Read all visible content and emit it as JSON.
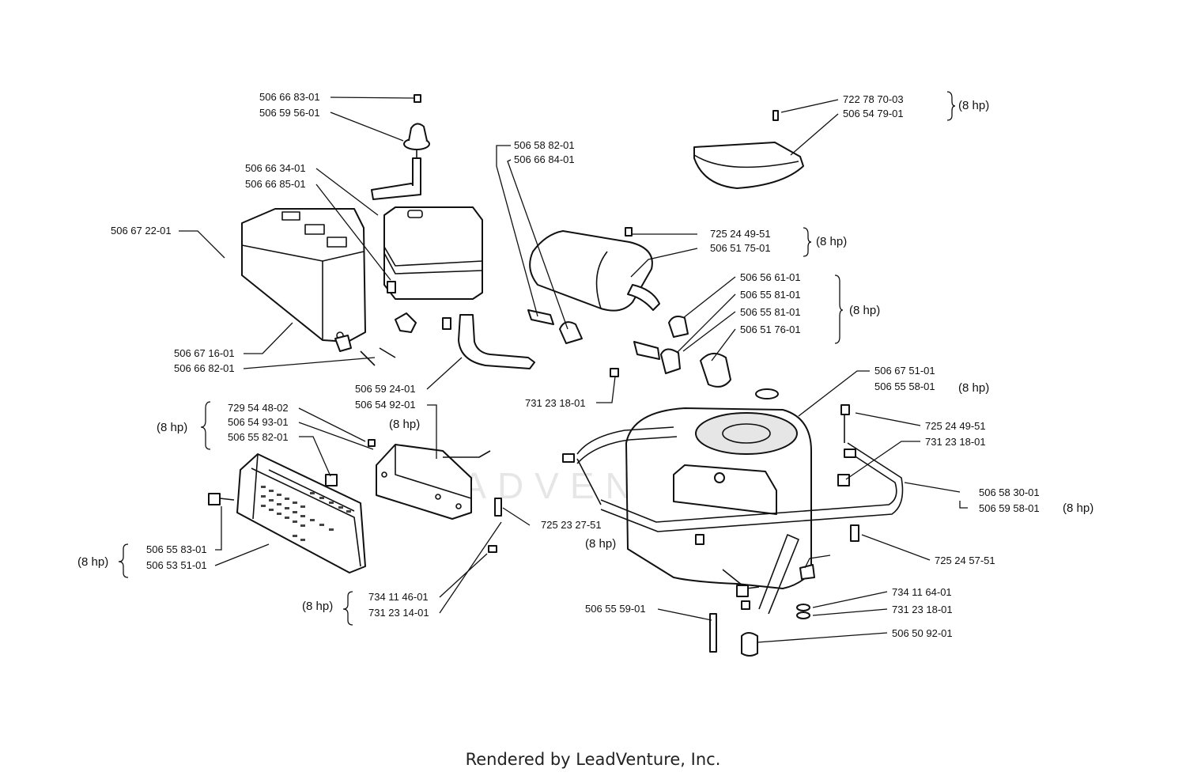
{
  "footer": "Rendered by LeadVenture, Inc.",
  "watermark": "LEADVENTURE",
  "hp_note": "(8 hp)",
  "labels": {
    "l01": "506 66 83-01",
    "l02": "506 59 56-01",
    "l03": "506 66 34-01",
    "l04": "506 66 85-01",
    "l05": "506 67 22-01",
    "l06": "506 67 16-01",
    "l07": "506 66 82-01",
    "l08": "506 58 82-01",
    "l09": "506 66 84-01",
    "l10": "506 59 24-01",
    "l11": "506 54 92-01",
    "l12": "729 54 48-02",
    "l13": "506 54 93-01",
    "l14": "506 55 82-01",
    "l15": "506 55 83-01",
    "l16": "506 53 51-01",
    "l17": "734 11 46-01",
    "l18": "731 23 14-01",
    "l19": "725 23 27-51",
    "l20": "722 78 70-03",
    "l21": "506 54 79-01",
    "l22": "725 24 49-51",
    "l23": "506 51 75-01",
    "l24": "506 56 61-01",
    "l25": "506 55 81-01",
    "l26": "506 55 81-01",
    "l27": "506 51 76-01",
    "l28": "731 23 18-01",
    "l29": "506 67 51-01",
    "l30": "506 55 58-01",
    "l31": "725 24 49-51",
    "l32": "731 23 18-01",
    "l33": "506 58 30-01",
    "l34": "506 59 58-01",
    "l35": "725 24 57-51",
    "l36": "734 11 64-01",
    "l37": "731 23 18-01",
    "l38": "506 50 92-01",
    "l39": "506 55 59-01"
  }
}
